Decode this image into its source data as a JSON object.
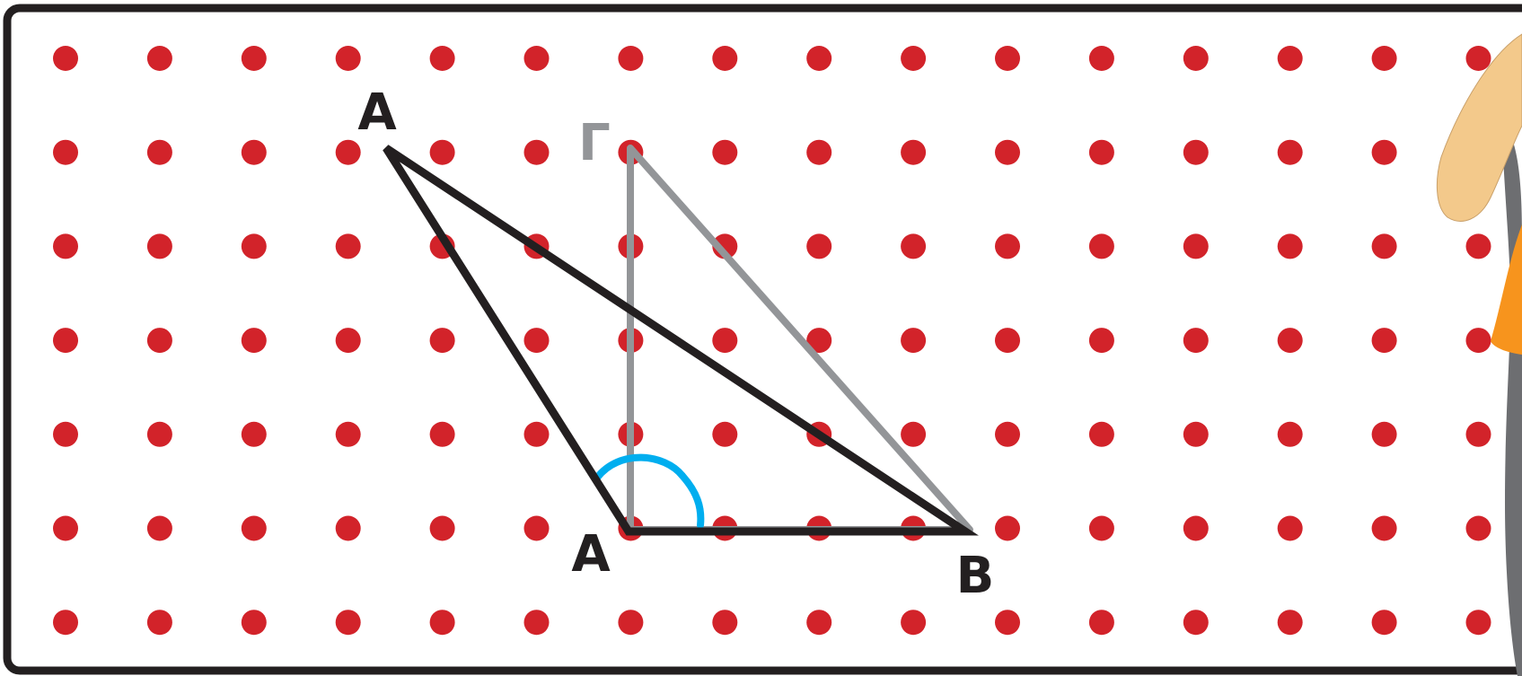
{
  "diagram": {
    "labels": {
      "vertex_a_original": "A",
      "vertex_a_prime": "Γ",
      "vertex_a_image": "A",
      "vertex_b": "B"
    },
    "grid": {
      "columns": 16,
      "rows": 7,
      "dot_color": "#d2232a"
    },
    "colors": {
      "border": "#231f20",
      "triangle": "#231f20",
      "reference_triangle": "#939598",
      "angle_arc": "#00aeef",
      "character_skin": "#f3c98b",
      "character_shirt": "#f7941d",
      "character_hair": "#6d6e71"
    }
  }
}
